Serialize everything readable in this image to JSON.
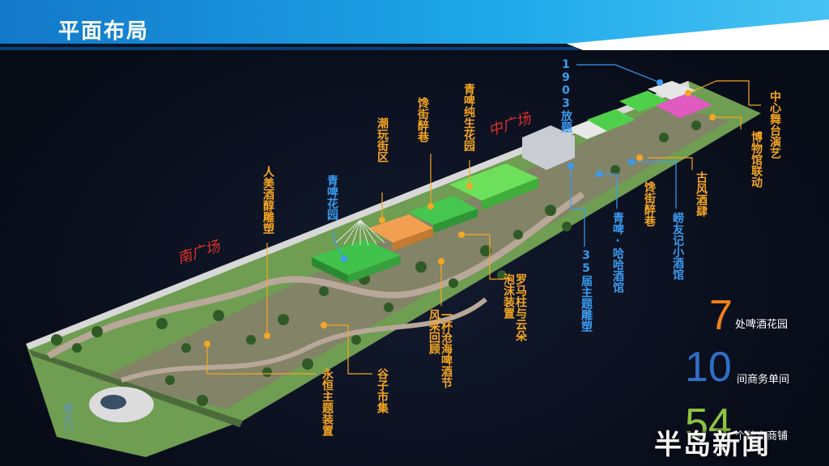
{
  "header": {
    "title": "平面布局"
  },
  "plazas": {
    "south": "南广场",
    "middle": "中广场",
    "gate": "南大门"
  },
  "labels": {
    "beauty_sculpture": "人美酒醇雕塑",
    "beer_garden": "青啤花园",
    "trendy_block": "潮玩街区",
    "food_lane_left": "馋街醉巷",
    "pure_draft_garden": "青啤纯生花园",
    "movie_1903": "1903放题",
    "center_stage": "中心舞台演艺",
    "museum": "博物馆联动",
    "ancient_tavern": "古风酒肆",
    "laoyouji": "崂友记小酒馆",
    "food_lane_right": "馋街醉巷",
    "haha_bar": "青啤·哈哈酒馆",
    "sculpture_35": "35届主题雕塑",
    "rome_pillar": "罗马柱与云朵泡沫装置",
    "cangai_retro": "一杯沧海啤酒节风采回顾",
    "guzi_market": "谷子市集",
    "yongheng": "永恒主题装置"
  },
  "stats": [
    {
      "number": "7",
      "text": "处啤酒花园",
      "color": "#f07f1e"
    },
    {
      "number": "10",
      "text": "间商务单间",
      "color": "#2f6fc8"
    },
    {
      "number": "54",
      "text": "个美食商铺",
      "color": "#8dc63f"
    }
  ],
  "watermark": "半岛新闻",
  "colors": {
    "orange": "#f5a623",
    "blue": "#3a9bf0",
    "header_blue": "#1e9be0",
    "plaza_red": "#e0302a"
  }
}
